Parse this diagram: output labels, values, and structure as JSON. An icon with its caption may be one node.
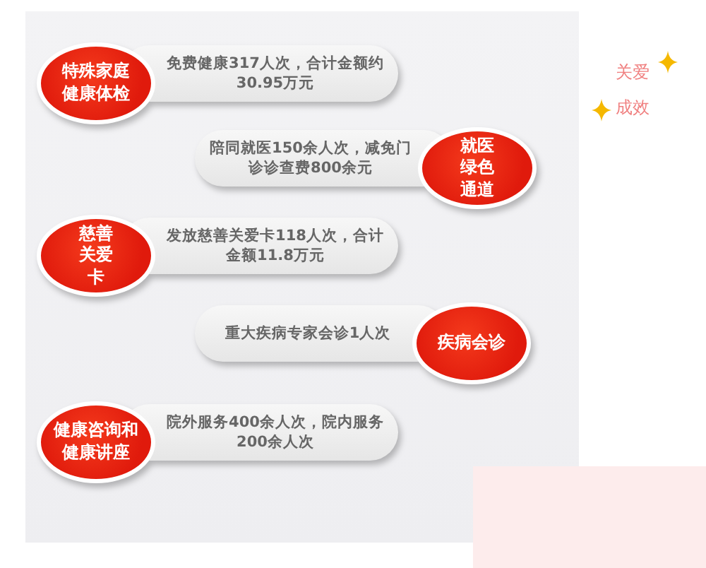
{
  "diagram": {
    "nodes": [
      {
        "text": [
          "特殊家庭健康体检",
          "免费健康317人次，合计金额约30.95万元"
        ]
      },
      {
        "text": [
          "陪同就医150余人次，减免门诊诊查费800余元",
          "就医绿色通道"
        ]
      },
      {
        "text": [
          "慈善关爱卡",
          "发放慈善关爱卡118人次，合计金额11.8万元"
        ]
      },
      {
        "text": [
          "重大疾病专家会诊1人次",
          "疾病会诊"
        ]
      },
      {
        "text": [
          "健康咨询和健康讲座",
          "院外服务400余人次，院内服务200余人次"
        ]
      }
    ],
    "labels": [
      "关爱",
      "成效"
    ]
  }
}
